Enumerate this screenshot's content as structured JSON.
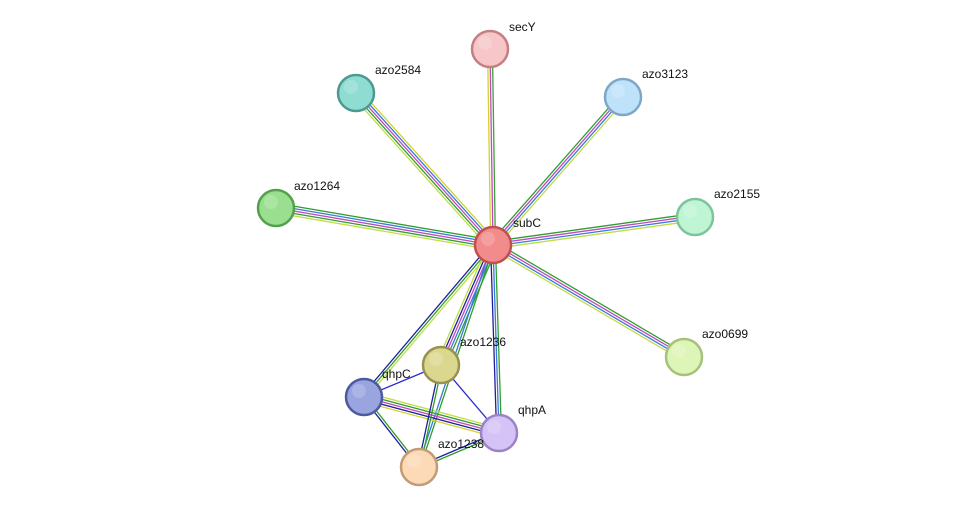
{
  "nodes": [
    {
      "id": "subC",
      "label": "subC",
      "fill": "#f28b8b",
      "stroke": "#c05050",
      "core": true
    },
    {
      "id": "secY",
      "label": "secY",
      "fill": "#f6c6c8",
      "stroke": "#c47f82"
    },
    {
      "id": "azo2584",
      "label": "azo2584",
      "fill": "#8fdcd2",
      "stroke": "#4f9a90"
    },
    {
      "id": "azo3123",
      "label": "azo3123",
      "fill": "#bfe2fb",
      "stroke": "#7ea7c7"
    },
    {
      "id": "azo1264",
      "label": "azo1264",
      "fill": "#9adf90",
      "stroke": "#55a04c"
    },
    {
      "id": "azo2155",
      "label": "azo2155",
      "fill": "#bff5d4",
      "stroke": "#7cc49a"
    },
    {
      "id": "azo0699",
      "label": "azo0699",
      "fill": "#def5b8",
      "stroke": "#a6c27a"
    },
    {
      "id": "azo1236",
      "label": "azo1236",
      "fill": "#dcd78e",
      "stroke": "#979250"
    },
    {
      "id": "qhpC",
      "label": "qhpC",
      "fill": "#9aa4df",
      "stroke": "#4c5aa0"
    },
    {
      "id": "qhpA",
      "label": "qhpA",
      "fill": "#d5c3f7",
      "stroke": "#9a84c6"
    },
    {
      "id": "azo1238",
      "label": "azo1238",
      "fill": "#fcd9b7",
      "stroke": "#c49b72"
    }
  ],
  "edges": [
    {
      "source": "subC",
      "target": "secY",
      "colors": [
        "#d2d22a",
        "#c247c2",
        "#3ea03e"
      ]
    },
    {
      "source": "subC",
      "target": "azo2584",
      "colors": [
        "#c0dd44",
        "#2f9e2f",
        "#c247c2",
        "#3a7ad8",
        "#d2d22a"
      ]
    },
    {
      "source": "subC",
      "target": "azo3123",
      "colors": [
        "#2f9e2f",
        "#c247c2",
        "#3a7ad8",
        "#c0dd44"
      ]
    },
    {
      "source": "subC",
      "target": "azo1264",
      "colors": [
        "#c0dd44",
        "#2f9e2f",
        "#c247c2",
        "#3a7ad8",
        "#2f9e2f"
      ]
    },
    {
      "source": "subC",
      "target": "azo2155",
      "colors": [
        "#2f9e2f",
        "#c247c2",
        "#3a7ad8",
        "#c0dd44"
      ]
    },
    {
      "source": "subC",
      "target": "azo0699",
      "colors": [
        "#2f9e2f",
        "#c247c2",
        "#3a7ad8",
        "#c0dd44"
      ]
    },
    {
      "source": "subC",
      "target": "azo1236",
      "colors": [
        "#2f9e2f",
        "#3a7ad8",
        "#c247c2",
        "#1f1f9a",
        "#c0dd44"
      ]
    },
    {
      "source": "subC",
      "target": "qhpC",
      "colors": [
        "#c0dd44",
        "#2f9e2f",
        "#1f1f9a"
      ]
    },
    {
      "source": "subC",
      "target": "qhpA",
      "colors": [
        "#2f9e2f",
        "#3a7ad8",
        "#1f1f9a"
      ]
    },
    {
      "source": "subC",
      "target": "azo1238",
      "colors": [
        "#2f9e2f",
        "#3a7ad8"
      ]
    },
    {
      "source": "qhpC",
      "target": "azo1236",
      "colors": [
        "#2a2ad0"
      ]
    },
    {
      "source": "qhpC",
      "target": "qhpA",
      "colors": [
        "#c0dd44",
        "#2f9e2f",
        "#c247c2",
        "#1f1f9a",
        "#d2d22a"
      ]
    },
    {
      "source": "qhpC",
      "target": "azo1238",
      "colors": [
        "#2f9e2f",
        "#1f1f9a"
      ]
    },
    {
      "source": "azo1236",
      "target": "qhpA",
      "colors": [
        "#2a2ad0"
      ]
    },
    {
      "source": "azo1236",
      "target": "azo1238",
      "colors": [
        "#2f9e2f",
        "#1f1f9a"
      ]
    },
    {
      "source": "qhpA",
      "target": "azo1238",
      "colors": [
        "#2f9e2f",
        "#1f1f9a"
      ]
    }
  ]
}
